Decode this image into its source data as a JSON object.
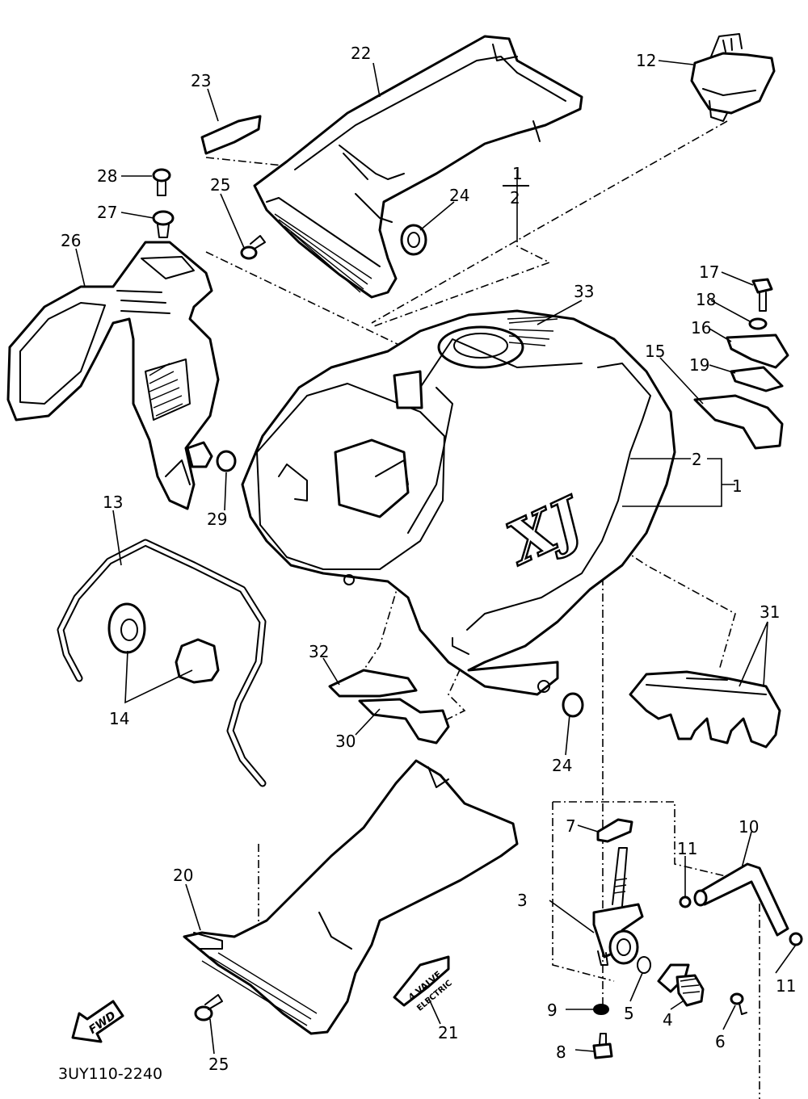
{
  "diagram": {
    "drawing_code": "3UY110-2240",
    "fwd_label": "FWD",
    "decal_text_line1": "4 VALVE",
    "decal_text_line2": "ELECTRIC",
    "tank_logo": "XJ",
    "fraction": {
      "numerator": "1",
      "denominator": "2"
    },
    "callouts": {
      "c1": "1",
      "c2": "2",
      "c3": "3",
      "c4": "4",
      "c5": "5",
      "c6": "6",
      "c7": "7",
      "c8": "8",
      "c9": "9",
      "c10": "10",
      "c11": "11",
      "c12": "12",
      "c13": "13",
      "c14": "14",
      "c15": "15",
      "c16": "16",
      "c17": "17",
      "c18": "18",
      "c19": "19",
      "c20": "20",
      "c21": "21",
      "c22": "22",
      "c23": "23",
      "c24": "24",
      "c25": "25",
      "c26": "26",
      "c27": "27",
      "c28": "28",
      "c29": "29",
      "c30": "30",
      "c31": "31",
      "c32": "32",
      "c33": "33"
    }
  }
}
